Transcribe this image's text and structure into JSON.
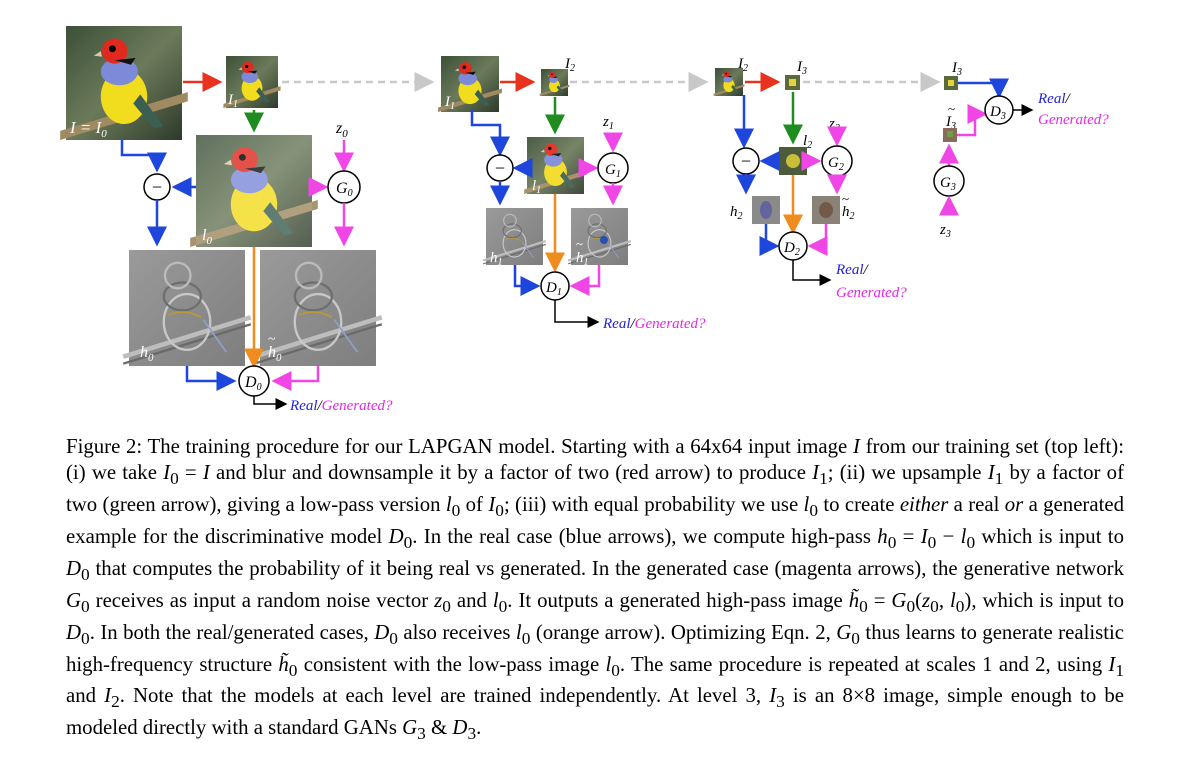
{
  "figure": {
    "labels": {
      "I_eq_I0": "I = I",
      "I0_sub": "0",
      "I": "I",
      "l": "l",
      "h": "h",
      "z": "z",
      "G": "G",
      "D": "D",
      "minus": "−",
      "real": "Real",
      "slash": "/",
      "generated": "Generated?",
      "sub0": "0",
      "sub1": "1",
      "sub2": "2",
      "sub3": "3"
    },
    "colors": {
      "red_arrow": "#e8321e",
      "green_arrow": "#1e8c1e",
      "blue_arrow": "#1e46dc",
      "magenta_arrow": "#f046e6",
      "orange_arrow": "#f08c1e",
      "gray_dashed": "#c8c8c8",
      "real_text": "#1e1edc",
      "generated_text": "#e628e6"
    }
  },
  "caption": {
    "label": "Figure 2:",
    "text_1": " The training procedure for our LAPGAN model. Starting with a 64x64 input image ",
    "text_2": " from our training set (top left): (i) we take ",
    "text_3": " and blur and downsample it by a factor of two (red arrow) to produce ",
    "text_4": "; (ii) we upsample ",
    "text_5": " by a factor of two (green arrow), giving a low-pass version ",
    "text_6": " of ",
    "text_7": "; (iii) with equal probability we use ",
    "text_8": " to create ",
    "either": "either",
    "text_9": " a real ",
    "or": "or",
    "text_10": " a generated example for the discriminative model ",
    "text_11": ". In the real case (blue arrows), we compute high-pass ",
    "text_12": " which is input to ",
    "text_13": " that computes the probability of it being real vs generated. In the generated case (magenta arrows), the generative network ",
    "text_14": " receives as input a random noise vector ",
    "text_15": " and ",
    "text_16": ". It outputs a generated high-pass image ",
    "text_17": ", which is input to ",
    "text_18": ". In both the real/generated cases, ",
    "text_19": " also receives ",
    "text_20": " (orange arrow). Optimizing Eqn. 2, ",
    "text_21": " thus learns to generate realistic high-frequency structure ",
    "text_22": " consistent with the low-pass image ",
    "text_23": ". The same procedure is repeated at scales 1 and 2, using ",
    "text_24": " and ",
    "text_25": ". Note that the models at each level are trained independently. At level 3, ",
    "text_26": " is an 8×8 image, simple enough to be modeled directly with a standard GANs ",
    "text_27": " & ",
    "text_28": "."
  }
}
